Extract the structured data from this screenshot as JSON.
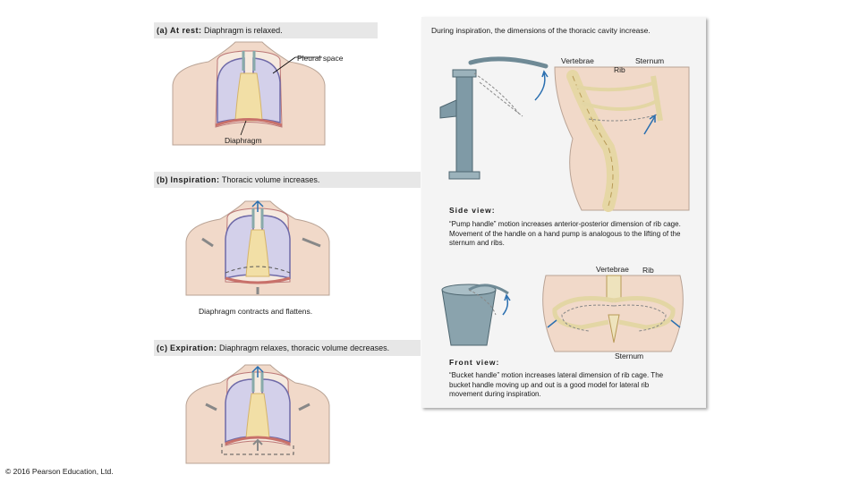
{
  "panel_a": {
    "letter": "(a)",
    "title": "At rest:",
    "desc": "Diaphragm is relaxed.",
    "labels": {
      "pleural_space": "Pleural space",
      "diaphragm": "Diaphragm"
    }
  },
  "panel_b": {
    "letter": "(b)",
    "title": "Inspiration:",
    "desc": "Thoracic volume increases.",
    "caption": "Diaphragm contracts and flattens."
  },
  "panel_c": {
    "letter": "(c)",
    "title": "Expiration:",
    "desc": "Diaphragm relaxes, thoracic volume decreases."
  },
  "right_panel": {
    "header": "During inspiration, the dimensions of the thoracic cavity increase.",
    "side": {
      "labels": {
        "vertebrae": "Vertebrae",
        "sternum": "Sternum",
        "rib": "Rib"
      },
      "heading": "Side view:",
      "text": "“Pump handle” motion increases anterior-posterior dimension of rib cage. Movement of the handle on a hand pump is analogous to the lifting of the sternum and ribs."
    },
    "front": {
      "labels": {
        "vertebrae": "Vertebrae",
        "rib": "Rib",
        "sternum": "Sternum"
      },
      "heading": "Front view:",
      "text": "“Bucket handle” motion increases lateral dimension of rib cage. The bucket handle moving up and out is a good model for lateral rib movement during inspiration."
    }
  },
  "copyright": "© 2016 Pearson Education, Ltd.",
  "colors": {
    "skin": "#f1d9c9",
    "lung": "#d3d0ea",
    "lung_edge": "#6f6aa8",
    "heart": "#f2dfa6",
    "diaphragm": "#c8716a",
    "bone": "#eee3bd",
    "metal": "#7f9aa6",
    "band": "#e7e7e7"
  }
}
